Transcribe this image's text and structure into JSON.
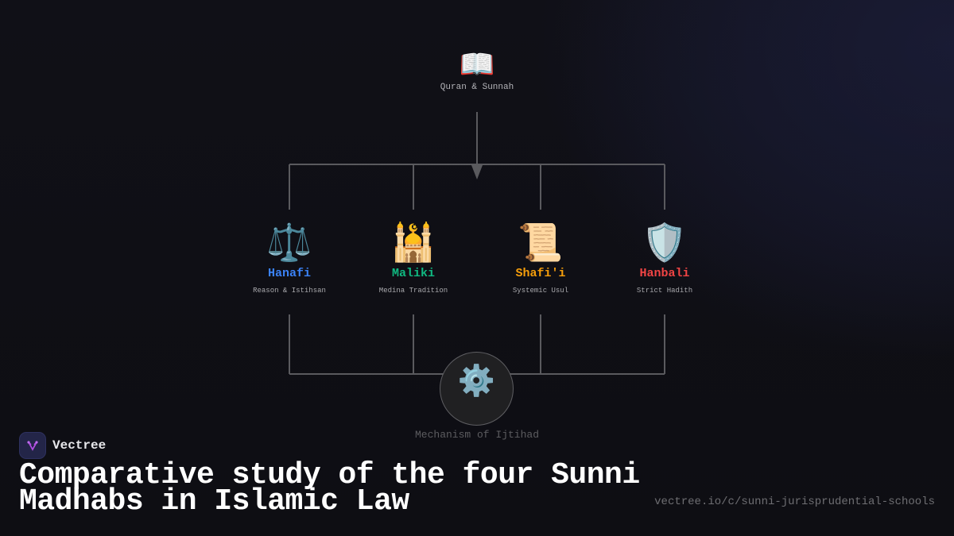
{
  "diagram": {
    "root": {
      "icon": "📖",
      "icon_name": "open-book-icon",
      "label": "Quran & Sunnah"
    },
    "schools": [
      {
        "icon": "⚖️",
        "icon_name": "scales-icon",
        "name": "Hanafi",
        "desc": "Reason & Istihsan",
        "color": "#3b82f6"
      },
      {
        "icon": "🕌",
        "icon_name": "mosque-icon",
        "name": "Maliki",
        "desc": "Medina Tradition",
        "color": "#10b981"
      },
      {
        "icon": "📜",
        "icon_name": "scroll-icon",
        "name": "Shafi'i",
        "desc": "Systemic Usul",
        "color": "#f59e0b"
      },
      {
        "icon": "🛡️",
        "icon_name": "shield-icon",
        "name": "Hanbali",
        "desc": "Strict Hadith",
        "color": "#ef4444"
      }
    ],
    "hub": {
      "icon": "⚙️",
      "icon_name": "gear-icon",
      "label": "Mechanism of Ijtihad"
    },
    "line_color": "#5a5a5e"
  },
  "footer": {
    "brand": "Vectree",
    "title": "Comparative study of the four Sunni Madhabs in Islamic Law",
    "url": "vectree.io/c/sunni-jurisprudential-schools"
  }
}
